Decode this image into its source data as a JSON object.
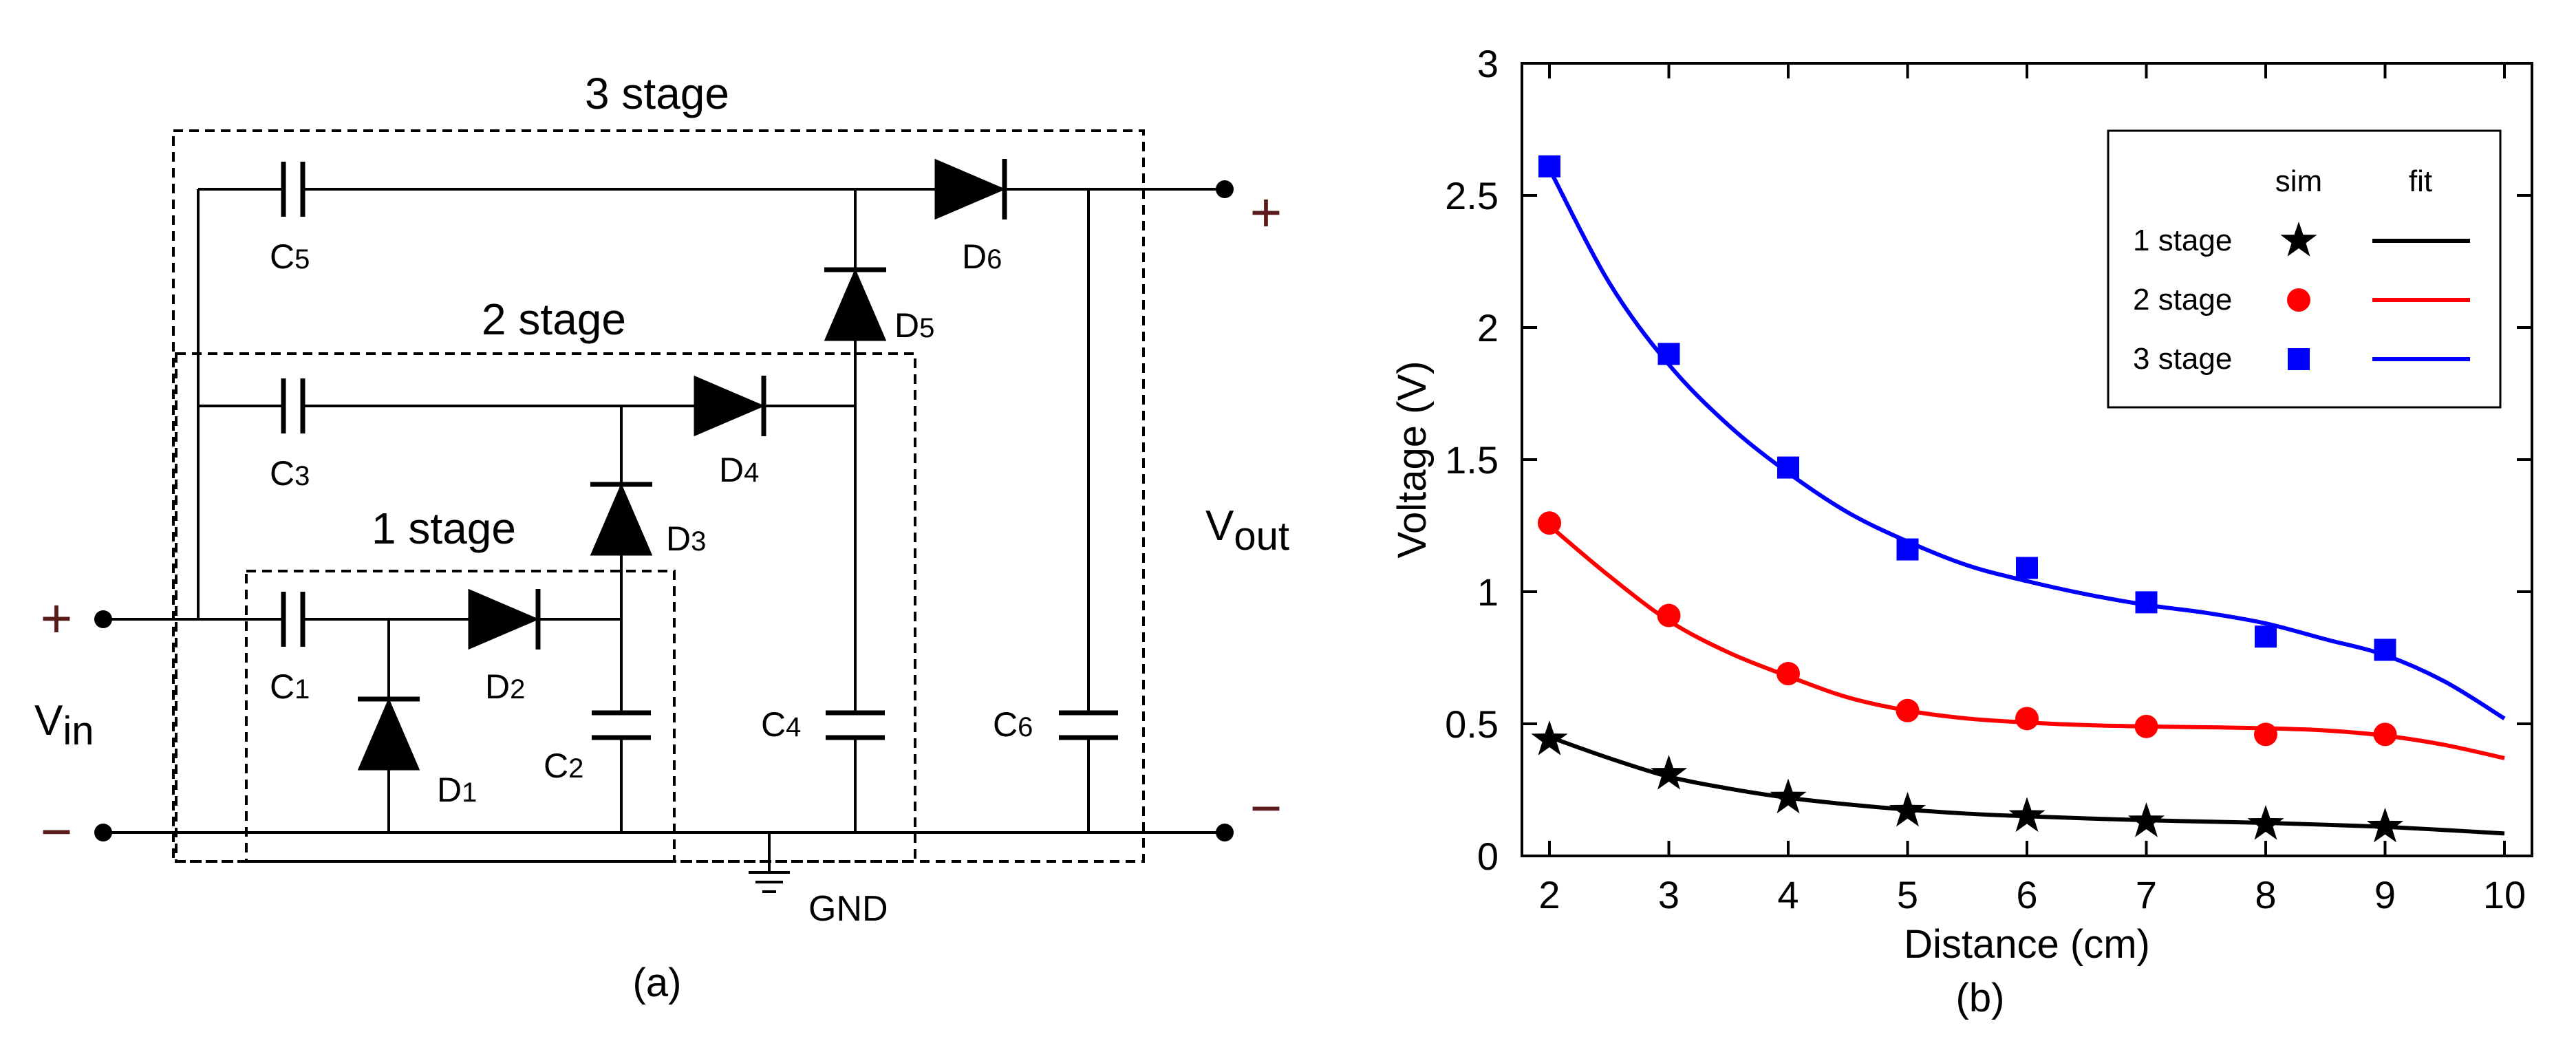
{
  "circuit": {
    "caption": "(a)",
    "stage_labels": [
      "1 stage",
      "2 stage",
      "3 stage"
    ],
    "terminals": {
      "in_plus": "+",
      "in_minus": "−",
      "out_plus": "+",
      "out_minus": "−",
      "vin": "V",
      "vin_sub": "in",
      "vout": "V",
      "vout_sub": "out",
      "gnd": "GND"
    },
    "capacitors": [
      {
        "letter": "C",
        "sub": "1"
      },
      {
        "letter": "C",
        "sub": "2"
      },
      {
        "letter": "C",
        "sub": "3"
      },
      {
        "letter": "C",
        "sub": "4"
      },
      {
        "letter": "C",
        "sub": "5"
      },
      {
        "letter": "C",
        "sub": "6"
      }
    ],
    "diodes": [
      {
        "letter": "D",
        "sub": "1"
      },
      {
        "letter": "D",
        "sub": "2"
      },
      {
        "letter": "D",
        "sub": "3"
      },
      {
        "letter": "D",
        "sub": "4"
      },
      {
        "letter": "D",
        "sub": "5"
      },
      {
        "letter": "D",
        "sub": "6"
      }
    ]
  },
  "chart_data": {
    "type": "scatter",
    "caption": "(b)",
    "xlabel": "Distance (cm)",
    "ylabel": "Voltage (V)",
    "xlim": [
      2,
      10
    ],
    "ylim": [
      0,
      3
    ],
    "xticks": [
      "2",
      "3",
      "4",
      "5",
      "6",
      "7",
      "8",
      "9",
      "10"
    ],
    "yticks": [
      "0",
      "0.5",
      "1",
      "1.5",
      "2",
      "2.5",
      "3"
    ],
    "legend": {
      "position": "top-right",
      "col_sim": "sim",
      "col_fit": "fit"
    },
    "series": [
      {
        "name": "1 stage",
        "color": "#000000",
        "marker": "star",
        "x": [
          2,
          3,
          4,
          5,
          6,
          7,
          8,
          9
        ],
        "sim": [
          0.44,
          0.31,
          0.22,
          0.17,
          0.15,
          0.13,
          0.12,
          0.11
        ],
        "fit_x": [
          2,
          2.5,
          3,
          3.5,
          4,
          4.5,
          5,
          5.5,
          6,
          6.5,
          7,
          7.5,
          8,
          8.5,
          9,
          9.5,
          10
        ],
        "fit_y": [
          0.45,
          0.37,
          0.3,
          0.255,
          0.22,
          0.195,
          0.175,
          0.16,
          0.15,
          0.142,
          0.135,
          0.13,
          0.125,
          0.118,
          0.11,
          0.098,
          0.085
        ]
      },
      {
        "name": "2 stage",
        "color": "#ff0000",
        "marker": "circle",
        "x": [
          2,
          3,
          4,
          5,
          6,
          7,
          8,
          9
        ],
        "sim": [
          1.26,
          0.91,
          0.69,
          0.55,
          0.52,
          0.49,
          0.46,
          0.46
        ],
        "fit_x": [
          2,
          2.5,
          3,
          3.5,
          4,
          4.5,
          5,
          5.5,
          6,
          6.5,
          7,
          7.5,
          8,
          8.5,
          9,
          9.5,
          10
        ],
        "fit_y": [
          1.25,
          1.06,
          0.89,
          0.77,
          0.68,
          0.6,
          0.55,
          0.52,
          0.505,
          0.495,
          0.49,
          0.487,
          0.483,
          0.475,
          0.455,
          0.42,
          0.37
        ]
      },
      {
        "name": "3 stage",
        "color": "#0000ff",
        "marker": "square",
        "x": [
          2,
          3,
          4,
          5,
          6,
          7,
          8,
          9
        ],
        "sim": [
          2.61,
          1.9,
          1.47,
          1.16,
          1.09,
          0.96,
          0.83,
          0.78
        ],
        "fit_x": [
          2,
          2.5,
          3,
          3.5,
          4,
          4.5,
          5,
          5.5,
          6,
          6.5,
          7,
          7.5,
          8,
          8.5,
          9,
          9.5,
          10
        ],
        "fit_y": [
          2.6,
          2.17,
          1.86,
          1.63,
          1.45,
          1.3,
          1.19,
          1.1,
          1.04,
          0.99,
          0.95,
          0.92,
          0.88,
          0.82,
          0.76,
          0.66,
          0.52
        ]
      }
    ]
  }
}
